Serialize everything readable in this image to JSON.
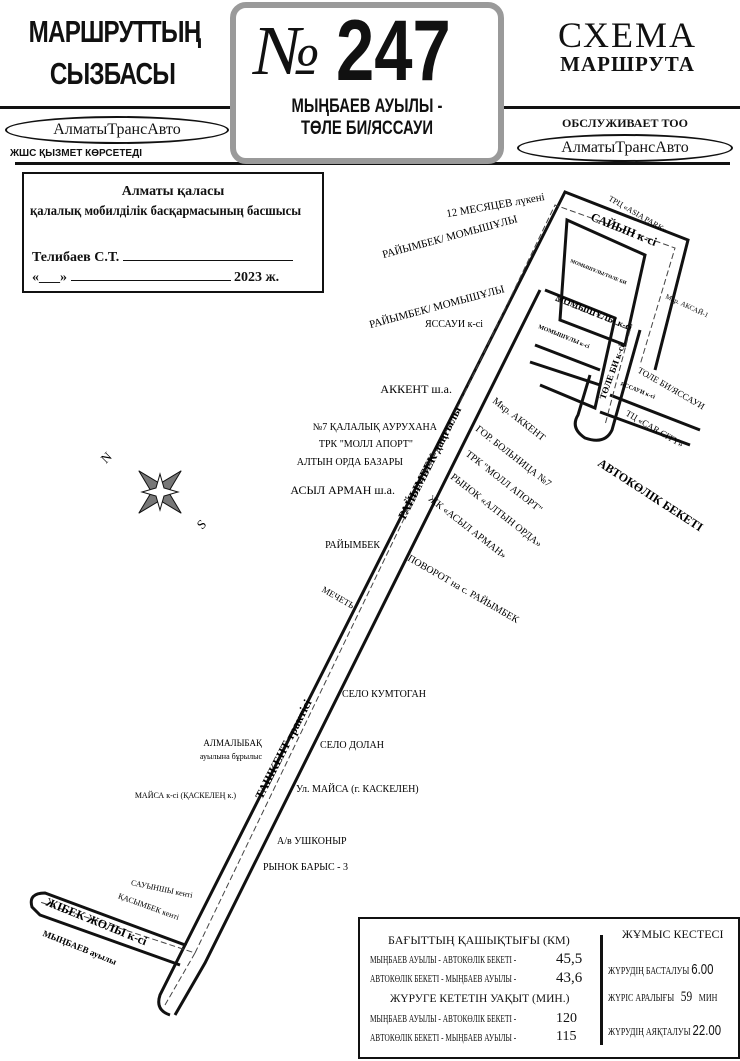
{
  "header": {
    "title_kz_line1": "МАРШРУТТЫҢ",
    "title_kz_line2": "СЫЗБАСЫ",
    "title_ru_line1": "СХЕМА",
    "title_ru_line2": "МАРШРУТА",
    "route_number_sign": "№",
    "route_number": "247",
    "route_name_line1": "МЫҢБАЕВ АУЫЛЫ -",
    "route_name_line2": "ТӨЛЕ БИ/ЯССАУИ",
    "operator_kz": "АлматыТрансАвто",
    "operator_kz_caption": "ЖШС ҚЫЗМЕТ КӨРСЕТЕДІ",
    "operator_ru_caption": "ОБСЛУЖИВАЕТ ТОО",
    "operator_ru": "АлматыТрансАвто"
  },
  "approval": {
    "line1": "Алматы қаласы",
    "line2": "қалалық мобилділік басқармасының басшысы",
    "signer": "Телибаев С.Т.",
    "date_prefix": "«___»",
    "year": "2023 ж."
  },
  "map": {
    "compass_n": "N",
    "compass_s": "S",
    "roads": {
      "main": "ТАШКЕНТ трактісі",
      "raiymbek": "РАЙЫМБЕК даңғылы",
      "zhibek": "ЖІБЕК ЖОЛЫ к-сі",
      "saiyn": "САЙЫН к-сі",
      "momyshuly": "МОМЫШҰЛЫ к-сі",
      "tole_bi": "ТӨЛЕ БИ к-сі",
      "yassaui": "ЯССАУИ к-сі",
      "momyshuly_tole": "МОМЫШҰЛЫ/ТӨЛЕ БИ",
      "momyshuly_small": "МОМЫШҰЛЫ к-сі"
    },
    "stops_left": [
      "12 МЕСЯЦЕВ лүкені",
      "РАЙЫМБЕК/ МОМЫШҰЛЫ",
      "РАЙЫМБЕК/ МОМЫШҰЛЫ",
      "ЯССАУИ к-сі",
      "АККЕНТ ш.а.",
      "№7 ҚАЛАЛЫҚ АУРУХАНА",
      "ТРК \"МОЛЛ АПОРТ\"",
      "АЛТЫН ОРДА БАЗАРЫ",
      "АСЫЛ АРМАН ш.а.",
      "РАЙЫМБЕК",
      "МЕЧЕТЬ",
      "АЛМАЛЫБАҚ",
      "ауылына бұрылыс",
      "МАЙСА к-сі (ҚАСКЕЛЕҢ к.)",
      "САУЫНШЫ кенті",
      "ҚАСЫМБЕК кенті",
      "МЫҢБАЕВ ауылы"
    ],
    "stops_right": [
      "ТРЦ «ASIA PARK»",
      "Мкр. АКСАЙ-1",
      "ТОЛЕ БИ/ЯССАУИ",
      "ТЦ «CAR CITY»",
      "АВТОКӨЛІК БЕКЕТІ",
      "Мкр. АККЕНТ",
      "ГОР. БОЛЬНИЦА №7",
      "ТРК \"МОЛЛ АПОРТ\"",
      "РЫНОК «АЛТЫН ОРДА»",
      "ЖК «АСЫЛ АРМАН»",
      "ПОВОРОТ на с. РАЙЫМБЕК",
      "СЕЛО КУМТОГАН",
      "СЕЛО ДОЛАН",
      "Ул. МАЙСА (г. КАСКЕЛЕН)",
      "А/в УШКОНЫР",
      "РЫНОК БАРЫС - 3"
    ]
  },
  "info": {
    "distance_title": "БАҒЫТТЫҢ ҚАШЫҚТЫҒЫ (КМ)",
    "distance_rows": [
      {
        "label": "МЫҢБАЕВ АУЫЛЫ - АВТОКӨЛІК БЕКЕТІ -",
        "value": "45,5"
      },
      {
        "label": "АВТОКӨЛІК БЕКЕТІ - МЫҢБАЕВ АУЫЛЫ -",
        "value": "43,6"
      }
    ],
    "time_title": "ЖҮРУГЕ КЕТЕТІН УАҚЫТ (МИН.)",
    "time_rows": [
      {
        "label": "МЫҢБАЕВ АУЫЛЫ - АВТОКӨЛІК БЕКЕТІ -",
        "value": "120"
      },
      {
        "label": "АВТОКӨЛІК БЕКЕТІ - МЫҢБАЕВ АУЫЛЫ -",
        "value": "115"
      }
    ],
    "schedule_title": "ЖҰМЫС КЕСТЕСІ",
    "start_label": "ЖҮРУДІҢ БАСТАЛУЫ",
    "start_value": "6.00",
    "interval_label": "ЖҮРІС АРАЛЫҒЫ",
    "interval_value": "59",
    "interval_unit": "МИН",
    "end_label": "ЖҮРУДІҢ АЯҚТАЛУЫ",
    "end_value": "22.00"
  }
}
